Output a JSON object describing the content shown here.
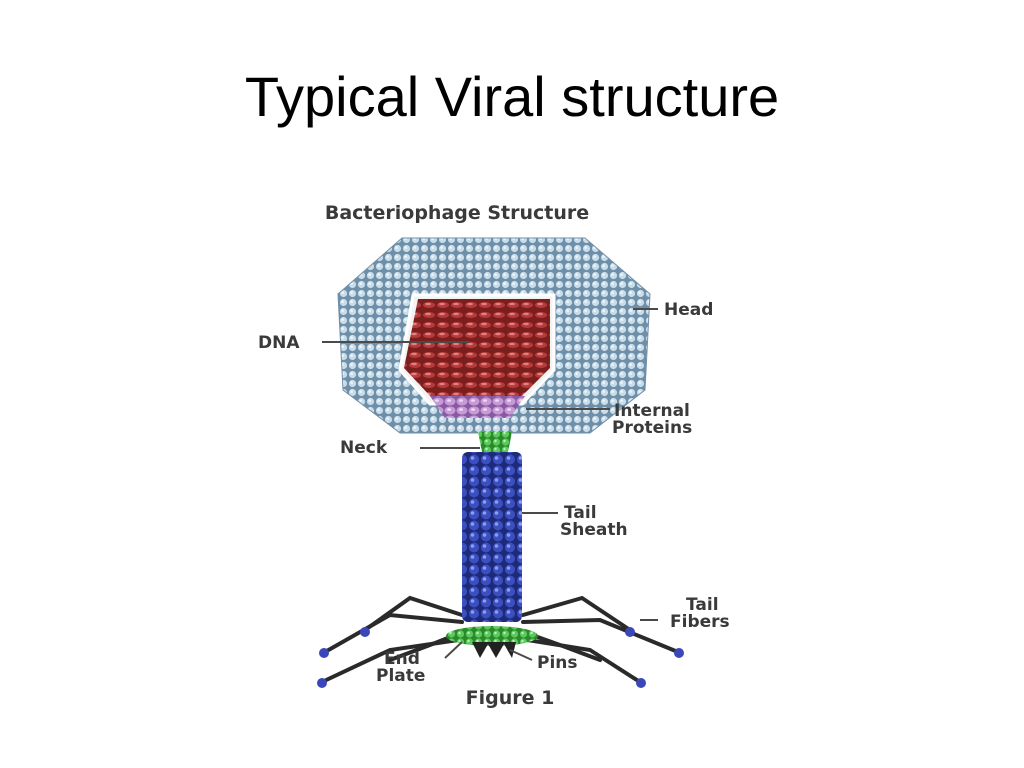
{
  "slide": {
    "title": "Typical Viral structure"
  },
  "figure": {
    "heading": "Bacteriophage Structure",
    "caption": "Figure 1",
    "labels": {
      "head": "Head",
      "dna": "DNA",
      "internal_proteins_line1": "Internal",
      "internal_proteins_line2": "Proteins",
      "neck": "Neck",
      "tail_sheath_line1": "Tail",
      "tail_sheath_line2": "Sheath",
      "tail_fibers_line1": "Tail",
      "tail_fibers_line2": "Fibers",
      "end_plate_line1": "End",
      "end_plate_line2": "Plate",
      "pins": "Pins"
    },
    "colors": {
      "capsid": "#9db8cc",
      "capsid_shadow": "#6f8fa8",
      "dna": "#b83a3a",
      "internal_proteins": "#c79ad8",
      "neck": "#5cc95c",
      "tail_sheath": "#3b4fc0",
      "end_plate": "#4cc24c",
      "fibers": "#2a2a2a",
      "fiber_tips": "#3a47b8"
    }
  }
}
